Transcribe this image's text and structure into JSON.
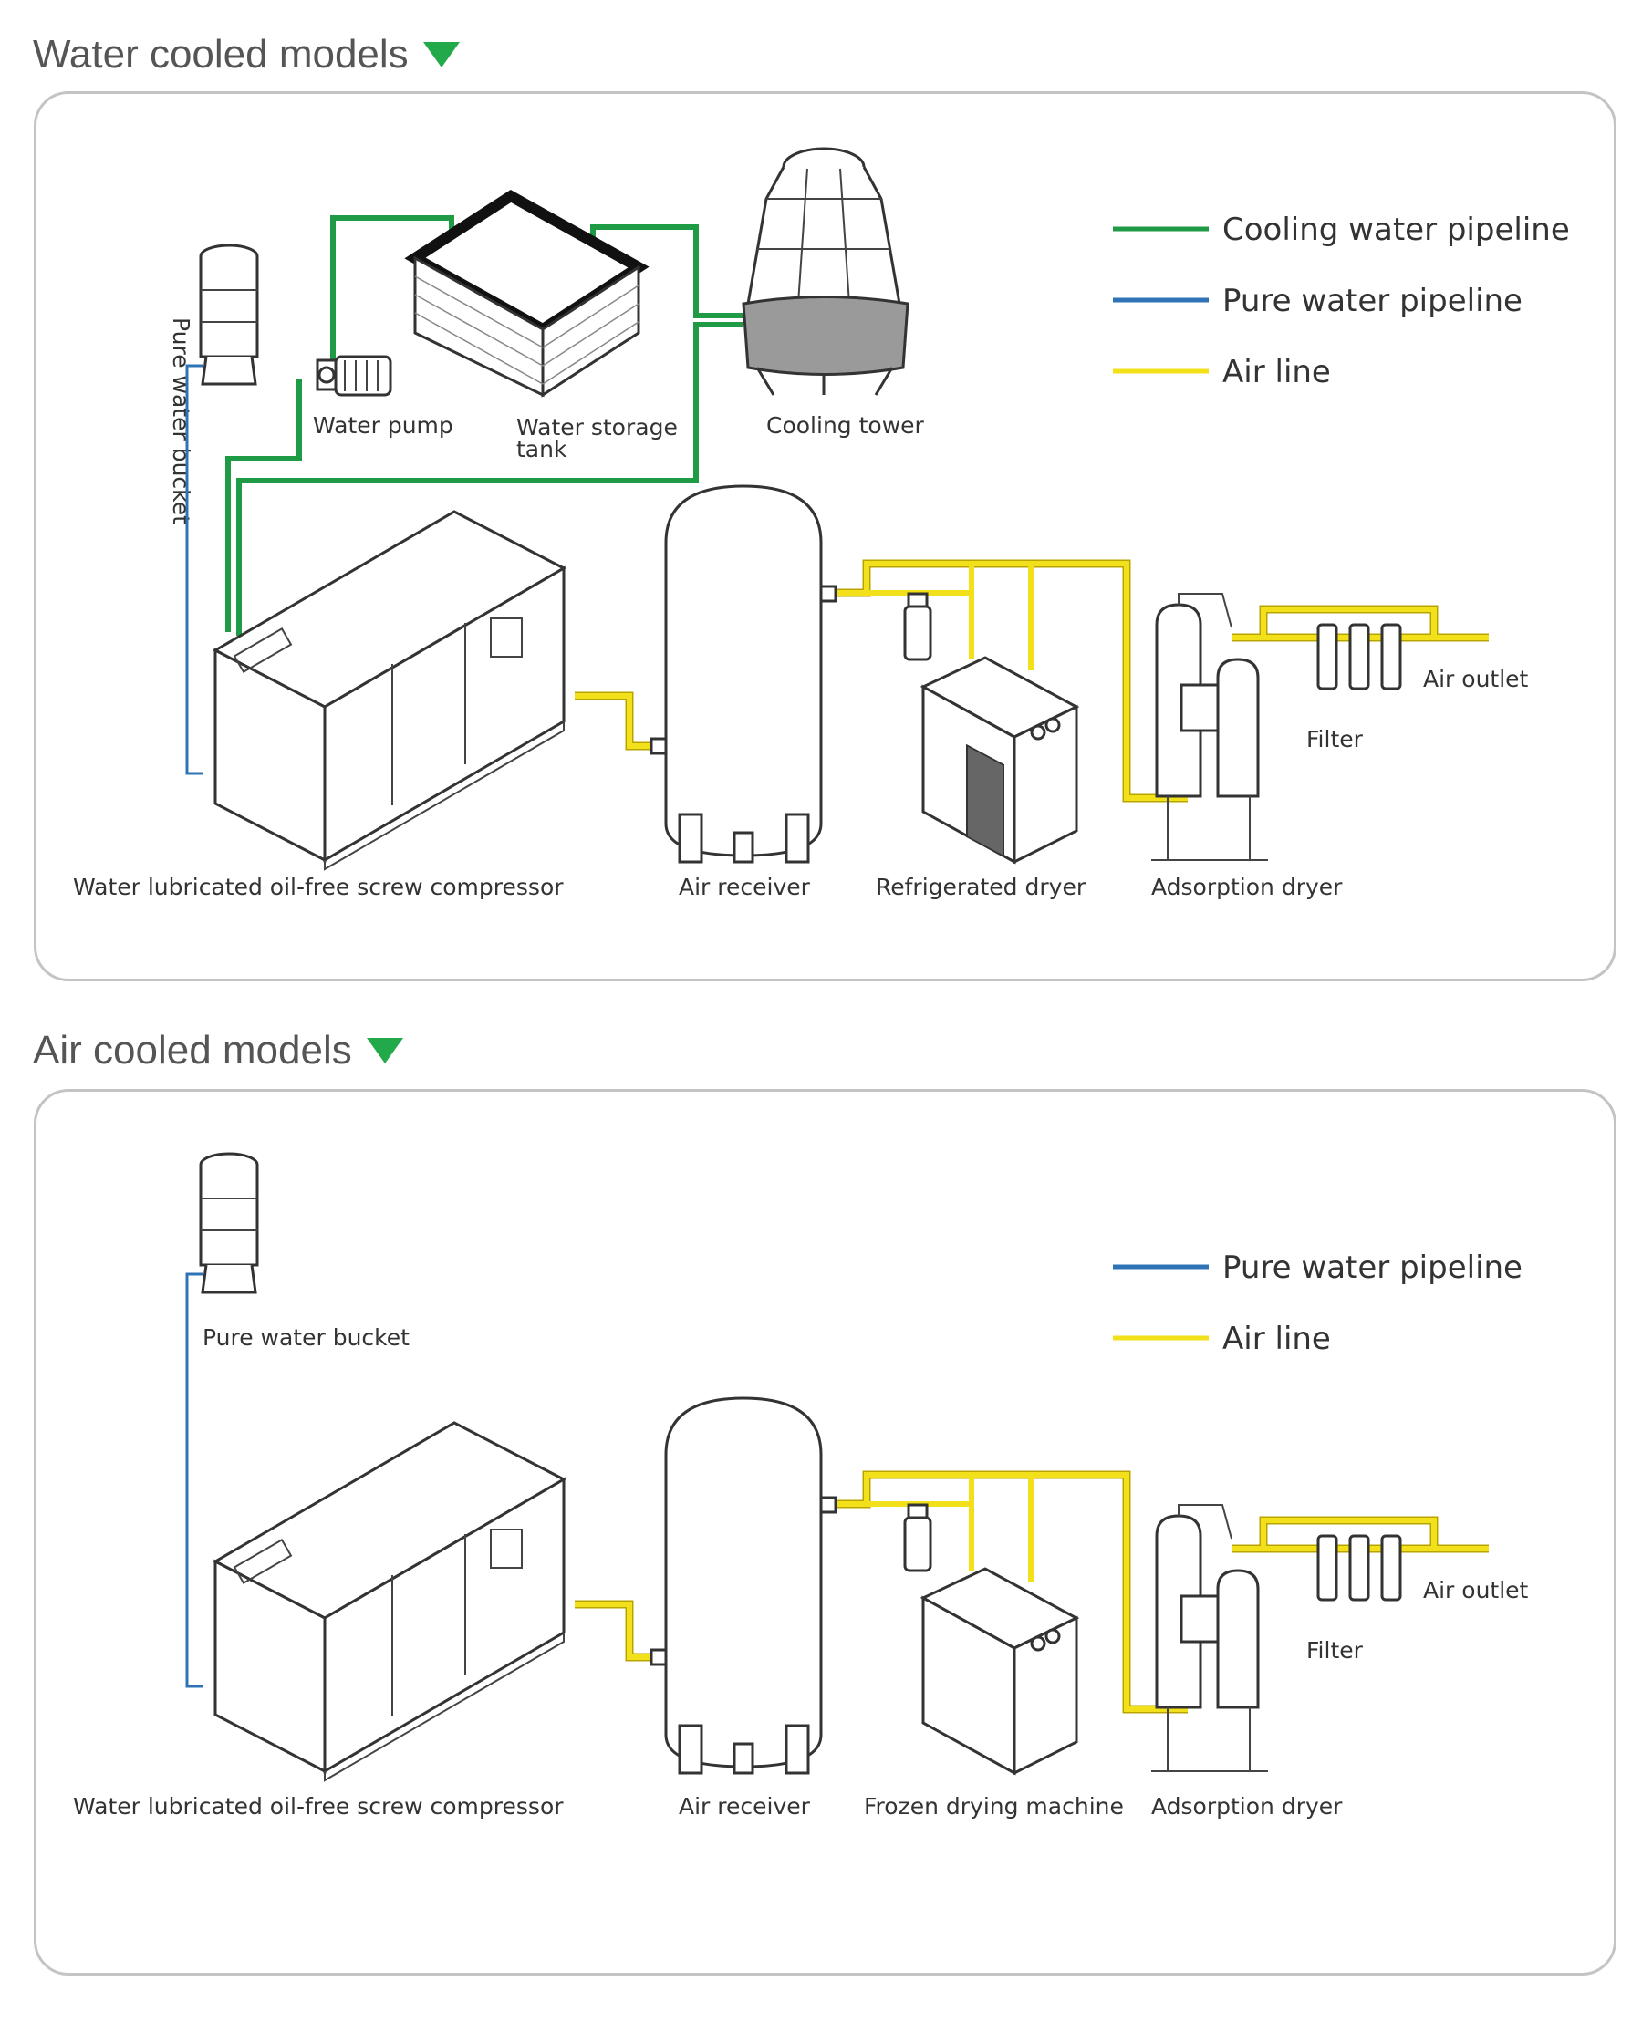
{
  "sections": {
    "water": {
      "title": "Water cooled models",
      "legend": {
        "cooling": "Cooling water pipeline",
        "pure": "Pure water pipeline",
        "air": "Air line"
      },
      "labels": {
        "bucket": "Pure water bucket",
        "pump": "Water pump",
        "tank_line1": "Water storage",
        "tank_line2": "tank",
        "tower": "Cooling tower",
        "compressor": "Water lubricated oil-free screw compressor",
        "receiver": "Air receiver",
        "dryer": "Refrigerated dryer",
        "adsorption": "Adsorption dryer",
        "filter": "Filter",
        "outlet": "Air outlet"
      }
    },
    "air": {
      "title": "Air cooled models",
      "legend": {
        "pure": "Pure water pipeline",
        "air": "Air line"
      },
      "labels": {
        "bucket": "Pure water bucket",
        "compressor": "Water lubricated oil-free screw compressor",
        "receiver": "Air receiver",
        "dryer": "Frozen drying machine",
        "adsorption": "Adsorption dryer",
        "filter": "Filter",
        "outlet": "Air outlet"
      }
    }
  },
  "colors": {
    "accent": "#22a94a",
    "cooling_water": "#1f9a45",
    "pure_water": "#2f73b6",
    "air_line": "#f2e01a",
    "panel_border": "#c4c4c4"
  },
  "icons": [
    "triangle-down-icon"
  ]
}
